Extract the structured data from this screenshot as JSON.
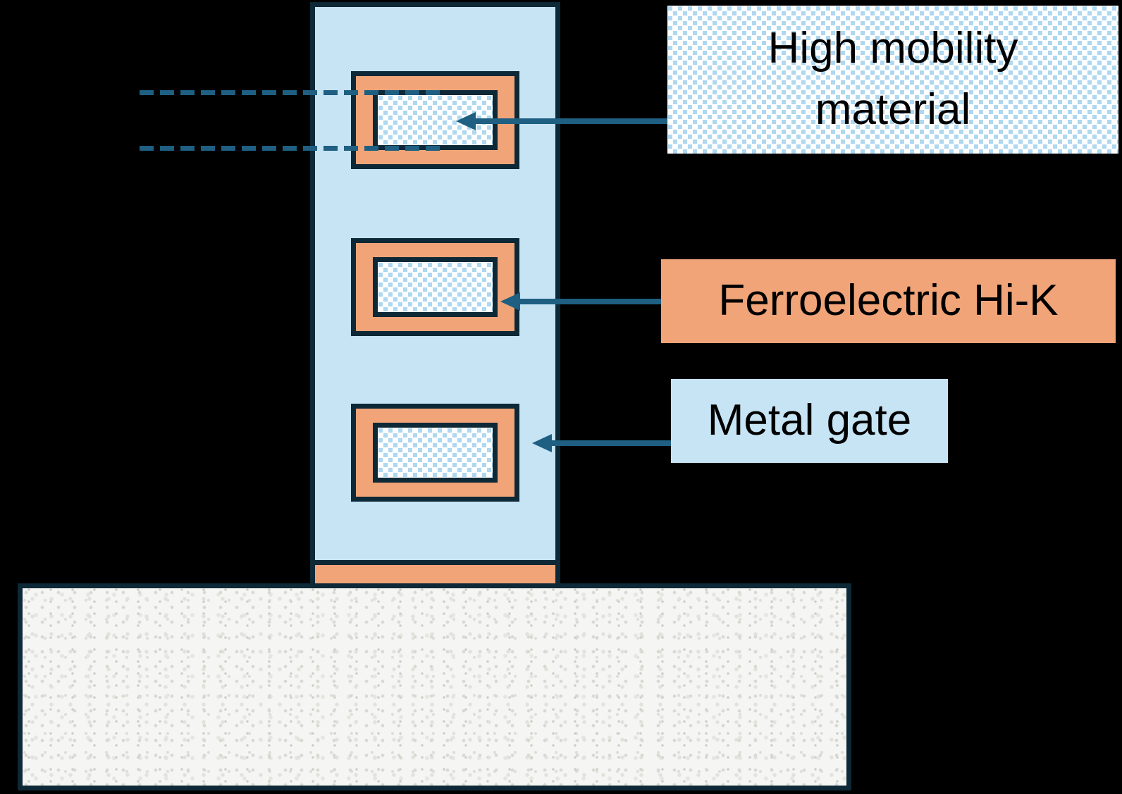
{
  "labels": {
    "high_mobility": "High mobility\nmaterial",
    "ferroelectric": "Ferroelectric Hi-K",
    "metal_gate": "Metal gate"
  },
  "colors": {
    "background": "#000000",
    "navy": "#0d2836",
    "teal": "#1e5f82",
    "lightblue": "#c6e4f4",
    "orange": "#f0a478",
    "pattern_blue": "#aed7f0",
    "substrate": "#f5f5f3",
    "text": "#000000"
  }
}
